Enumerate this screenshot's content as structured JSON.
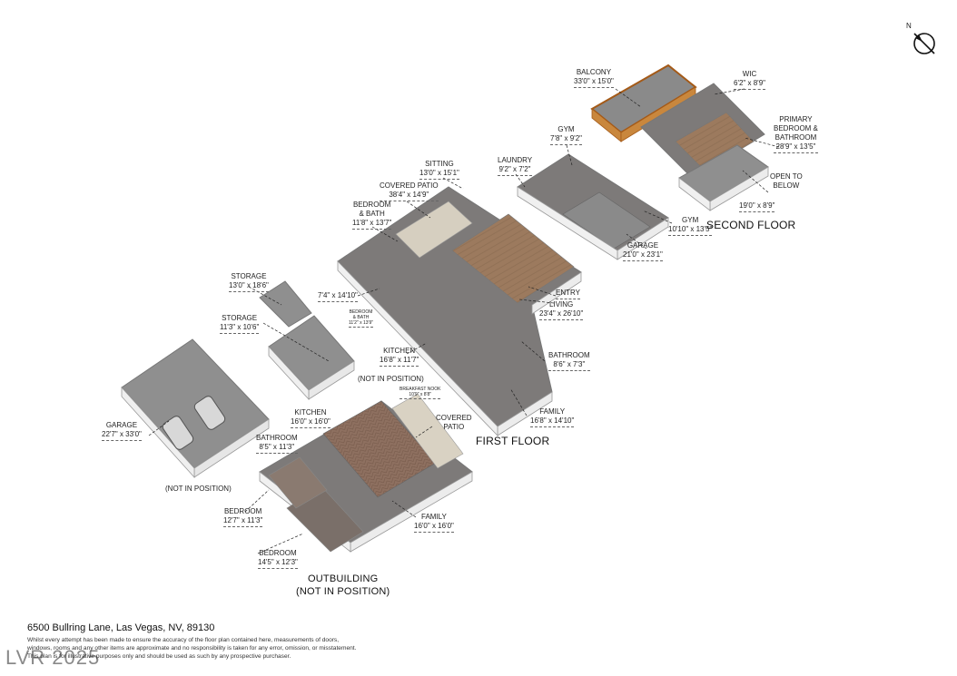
{
  "compass": {
    "north": "N"
  },
  "rooms": {
    "balcony": {
      "name": "BALCONY",
      "dim": "33'0\" x 15'0\""
    },
    "wic": {
      "name": "WIC",
      "dim": "6'2\" x 8'9\""
    },
    "primary": {
      "name": "PRIMARY\nBEDROOM &\nBATHROOM",
      "dim": "28'9\" x 13'5\""
    },
    "open_below": {
      "name": "OPEN TO\nBELOW",
      "dim": "19'0\" x 8'9\""
    },
    "gym1": {
      "name": "GYM",
      "dim": "7'8\" x 9'2\""
    },
    "laundry": {
      "name": "LAUNDRY",
      "dim": "9'2\" x 7'2\""
    },
    "gym2": {
      "name": "GYM",
      "dim": "10'10\" x 13'5\""
    },
    "garage1": {
      "name": "GARAGE",
      "dim": "21'0\" x 23'1\""
    },
    "sitting": {
      "name": "SITTING",
      "dim": "13'0\" x 15'1\""
    },
    "covered_patio1": {
      "name": "COVERED PATIO",
      "dim": "38'4\" x 14'9\""
    },
    "bedbath1": {
      "name": "BEDROOM\n& BATH",
      "dim": "11'8\" x 13'7\""
    },
    "entry": {
      "name": "ENTRY",
      "dim": ""
    },
    "living": {
      "name": "LIVING",
      "dim": "23'4\" x 26'10\""
    },
    "hall": {
      "name": "",
      "dim": "7'4\" x 14'10\""
    },
    "bedbath2": {
      "name": "BEDROOM\n& BATH",
      "dim": "11'2\" x 13'9\""
    },
    "storage1": {
      "name": "STORAGE",
      "dim": "13'0\" x 18'6\""
    },
    "storage2": {
      "name": "STORAGE",
      "dim": "11'3\" x 10'6\""
    },
    "kitchen1": {
      "name": "KITCHEN",
      "dim": "16'8\" x 11'7\""
    },
    "bathroom1": {
      "name": "BATHROOM",
      "dim": "8'6\" x 7'3\""
    },
    "breakfast": {
      "name": "BREAKFAST NOOK",
      "dim": "10'9\" x 8'8\""
    },
    "family1": {
      "name": "FAMILY",
      "dim": "16'8\" x 14'10\""
    },
    "kitchen2": {
      "name": "KITCHEN",
      "dim": "16'0\" x 16'0\""
    },
    "covered_patio2": {
      "name": "COVERED\nPATIO",
      "dim": ""
    },
    "bathroom2": {
      "name": "BATHROOM",
      "dim": "8'5\" x 11'3\""
    },
    "garage2": {
      "name": "GARAGE",
      "dim": "22'7\" x 33'0\""
    },
    "bedroom1": {
      "name": "BEDROOM",
      "dim": "12'7\" x 11'3\""
    },
    "bedroom2": {
      "name": "BEDROOM",
      "dim": "14'5\" x 12'3\""
    },
    "family2": {
      "name": "FAMILY",
      "dim": "16'0\" x 16'0\""
    }
  },
  "floors": {
    "second": "SECOND FLOOR",
    "first": "FIRST FLOOR",
    "outbuilding": "OUTBUILDING\n(NOT IN POSITION)"
  },
  "notes": {
    "not_in_position_a": "(NOT IN POSITION)",
    "not_in_position_b": "(NOT IN POSITION)"
  },
  "footer": {
    "address": "6500 Bullring Lane, Las Vegas, NV, 89130",
    "disclaimer_1": "Whilst every attempt has been made to ensure the accuracy of the floor plan contained here, measurements of doors,",
    "disclaimer_2": "windows, rooms and any other items are approximate and no responsibility is taken for any error, omission, or misstatement.",
    "disclaimer_3": "This plan is for illustrative purposes only and should be used as such by any prospective purchaser."
  },
  "watermark": "LVR 2025",
  "colors": {
    "wall": "#f2f2f2",
    "wall_edge": "#8a8a8a",
    "tile": "#7d7a79",
    "wood": "#9c7a5e",
    "deck": "#c9873d",
    "concrete": "#8f8f8f"
  }
}
